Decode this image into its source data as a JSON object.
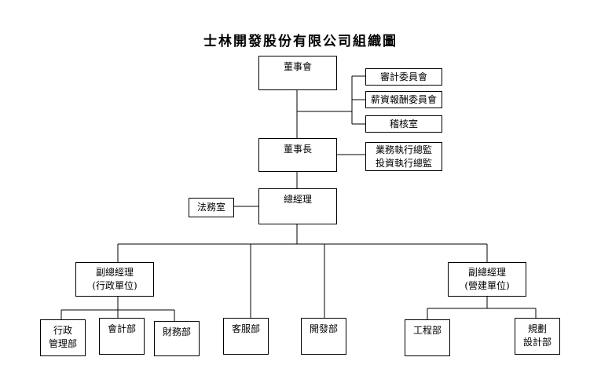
{
  "title": "士林開發股份有限公司組織圖",
  "board": "董事會",
  "committees": [
    "審計委員會",
    "薪資報酬委員會",
    "稽核室"
  ],
  "chairman": "董事長",
  "executives": [
    "業務執行總監",
    "投資執行總監"
  ],
  "gm": "總經理",
  "legal": "法務室",
  "vp_admin": {
    "line1": "副總經理",
    "line2": "(行政單位)"
  },
  "vp_construction": {
    "line1": "副總經理",
    "line2": "(營建單位)"
  },
  "admin_depts": [
    {
      "line1": "行政",
      "line2": "管理部"
    },
    {
      "line1": "會計部",
      "line2": ""
    },
    {
      "line1": "財務部",
      "line2": ""
    }
  ],
  "customer_service": "客服部",
  "development": "開發部",
  "construction_depts": [
    {
      "line1": "工程部",
      "line2": ""
    },
    {
      "line1": "規劃",
      "line2": "設計部"
    }
  ]
}
